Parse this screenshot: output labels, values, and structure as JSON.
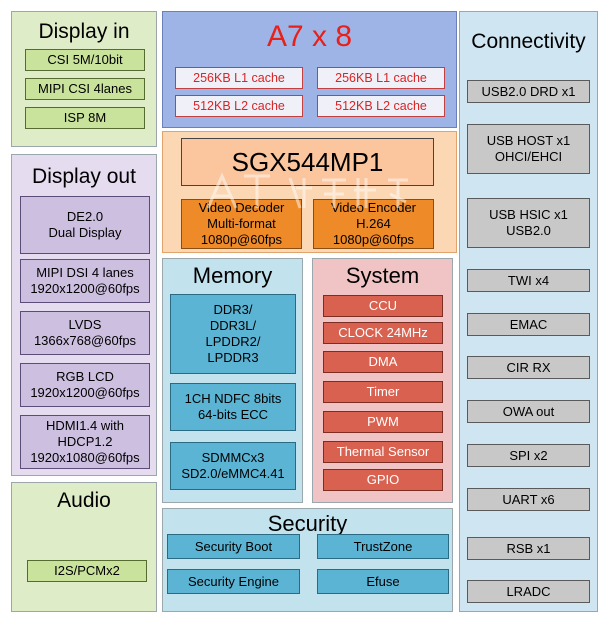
{
  "display_in": {
    "title": "Display in",
    "items": [
      "CSI 5M/10bit",
      "MIPI CSI 4lanes",
      "ISP 8M"
    ]
  },
  "display_out": {
    "title": "Display out",
    "items": [
      "DE2.0\nDual Display",
      "MIPI DSI 4 lanes\n1920x1200@60fps",
      "LVDS\n1366x768@60fps",
      "RGB LCD\n1920x1200@60fps",
      "HDMI1.4 with\nHDCP1.2\n1920x1080@60fps"
    ]
  },
  "audio": {
    "title": "Audio",
    "items": [
      "I2S/PCMx2"
    ]
  },
  "cpu": {
    "title": "A7 x 8",
    "caches": [
      "256KB L1 cache",
      "256KB L1 cache",
      "512KB L2 cache",
      "512KB L2 cache"
    ]
  },
  "gpu": {
    "title": "SGX544MP1",
    "decoder": "Video Decoder\nMulti-format\n1080p@60fps",
    "encoder": "Video Encoder\nH.264\n1080p@60fps"
  },
  "memory": {
    "title": "Memory",
    "items": [
      "DDR3/\nDDR3L/\nLPDDR2/\nLPDDR3",
      "1CH NDFC 8bits\n64-bits ECC",
      "SDMMCx3\nSD2.0/eMMC4.41"
    ]
  },
  "system": {
    "title": "System",
    "items": [
      "CCU",
      "CLOCK 24MHz",
      "DMA",
      "Timer",
      "PWM",
      "Thermal Sensor",
      "GPIO"
    ]
  },
  "security": {
    "title": "Security",
    "items": [
      "Security Boot",
      "TrustZone",
      "Security Engine",
      "Efuse"
    ]
  },
  "connectivity": {
    "title": "Connectivity",
    "items": [
      "USB2.0 DRD x1",
      "USB HOST x1\nOHCI/EHCI",
      "USB HSIC x1\nUSB2.0",
      "TWI x4",
      "EMAC",
      "CIR RX",
      "OWA out",
      "SPI x2",
      "UART x6",
      "RSB x1",
      "LRADC"
    ]
  },
  "colors": {
    "cpu_title": "#e8201a",
    "cache_text": "#d62626",
    "system_box": "#d8614f",
    "memory_box": "#5bb4d4",
    "decoder_box": "#ee8a28"
  }
}
